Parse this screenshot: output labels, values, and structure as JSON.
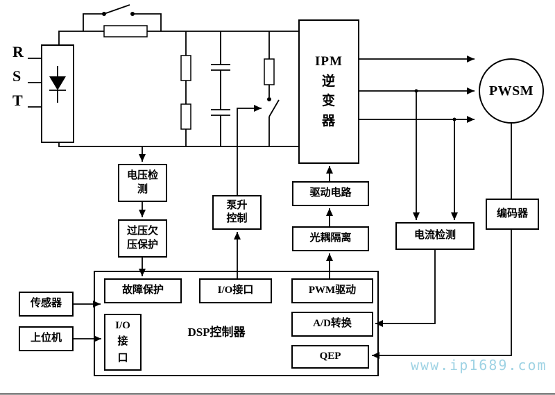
{
  "diagram": {
    "phase_labels": [
      "R",
      "S",
      "T"
    ],
    "inverter_lines": [
      "IPM",
      "逆",
      "变",
      "器"
    ],
    "motor_label": "PWSM",
    "encoder_label": "编码器",
    "voltage_detect_lines": [
      "电压检",
      "测"
    ],
    "ov_uv_protect_lines": [
      "过压欠",
      "压保护"
    ],
    "pump_control_lines": [
      "泵升",
      "控制"
    ],
    "drive_circuit_label": "驱动电路",
    "opto_isolation_label": "光耦隔离",
    "current_detect_label": "电流检测",
    "dsp_title": "DSP控制器",
    "fault_protect_label": "故障保护",
    "io_port_label": "I/O接口",
    "pwm_drive_label": "PWM驱动",
    "ad_convert_label": "A/D转换",
    "qep_label": "QEP",
    "io_vertical_lines": [
      "I/O",
      "接",
      "口"
    ],
    "sensor_label": "传感器",
    "host_label": "上位机"
  },
  "watermark": "www.ip1689.com",
  "colors": {
    "line": "#000000",
    "watermark": "#9fd3e4"
  }
}
